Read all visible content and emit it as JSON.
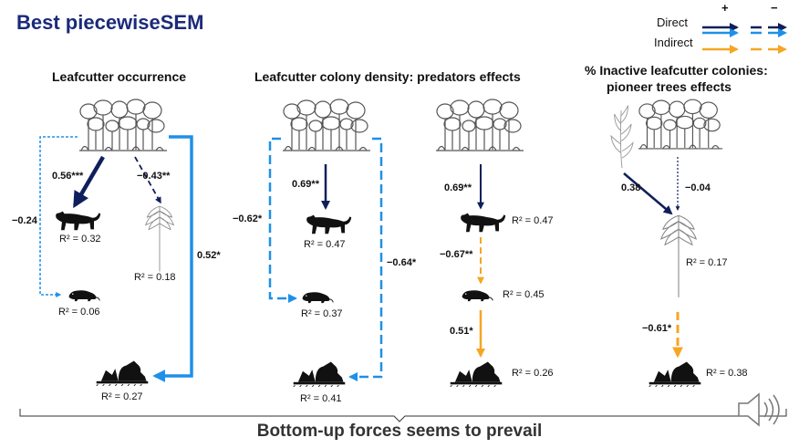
{
  "title": "Best piecewiseSEM",
  "legend": {
    "plus": "+",
    "minus": "−",
    "direct": "Direct",
    "indirect": "Indirect",
    "colors": {
      "direct_positive": "#0f1f5c",
      "direct_negative": "#1e90e8",
      "indirect": "#f5a623"
    }
  },
  "panels": {
    "p1": {
      "heading": "Leafcutter occurrence",
      "coef_forest_jaguar": "0.56***",
      "coef_forest_seedling": "−0.43**",
      "coef_forest_rodent": "−0.24",
      "coef_forest_ants": "0.52*",
      "r2_jaguar": "R² = 0.32",
      "r2_seedling": "R² = 0.18",
      "r2_rodent": "R² = 0.06",
      "r2_ants": "R² = 0.27"
    },
    "p2": {
      "heading": "Leafcutter colony density: predators effects",
      "coef_forest_jaguar": "0.69**",
      "coef_forest_rodent": "−0.62*",
      "coef_forest_ants": "−0.64*",
      "r2_jaguar": "R² = 0.47",
      "r2_rodent": "R² = 0.37",
      "r2_ants": "R² = 0.41"
    },
    "p3": {
      "coef_forest_jaguar": "0.69**",
      "coef_jaguar_rodent": "−0.67**",
      "coef_rodent_ants": "0.51*",
      "r2_jaguar": "R² = 0.47",
      "r2_rodent": "R² = 0.45",
      "r2_ants": "R² = 0.26"
    },
    "p4": {
      "heading_line1": "% Inactive leafcutter colonies:",
      "heading_line2": "pioneer trees effects",
      "coef_pioneer_tree": "0.38",
      "coef_forest_tree": "−0.04",
      "coef_tree_ants": "−0.61*",
      "r2_tree": "R² = 0.17",
      "r2_ants": "R² = 0.38"
    }
  },
  "footer": "Bottom-up forces seems to prevail",
  "icons": [
    "forest-icon",
    "jaguar-icon",
    "rodent-icon",
    "seedling-icon",
    "leafcutter-ants-icon",
    "pioneer-plant-icon",
    "speaker-icon"
  ]
}
